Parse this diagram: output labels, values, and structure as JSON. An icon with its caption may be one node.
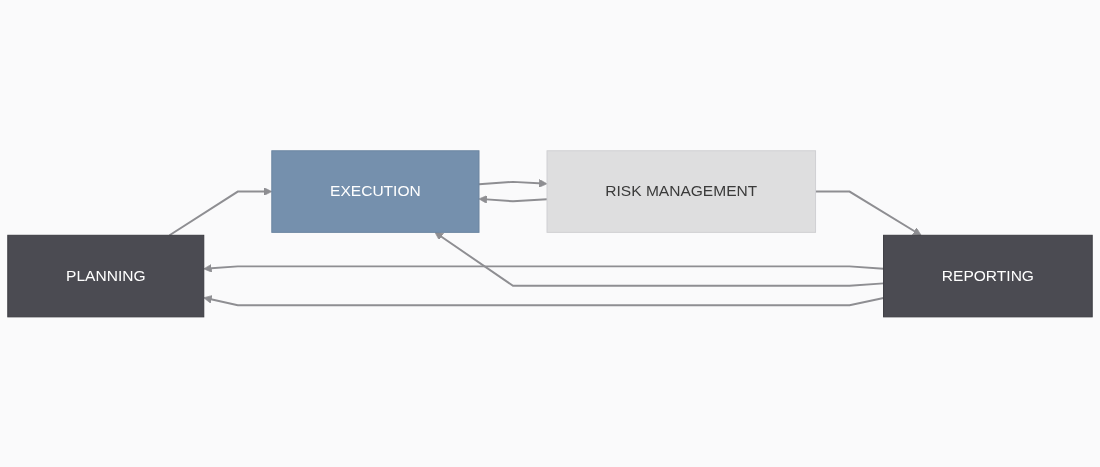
{
  "diagram": {
    "nodes": [
      {
        "text": [
          "PLANNING"
        ]
      },
      {
        "text": [
          "EXECUTION"
        ]
      },
      {
        "text": [
          "RISK MANAGEMENT"
        ]
      },
      {
        "text": [
          "REPORTING"
        ]
      }
    ],
    "edges": [
      {
        "from": 0,
        "to": 1,
        "arrow": "to"
      },
      {
        "from": 1,
        "to": 2,
        "arrow": "to"
      },
      {
        "from": 2,
        "to": 3,
        "arrow": "to"
      },
      {
        "from": 3,
        "to": 0,
        "arrow": "to"
      },
      {
        "from": 3,
        "to": 1,
        "arrow": "to"
      },
      {
        "from": 2,
        "to": 1,
        "arrow": "to"
      },
      {
        "from": 3,
        "to": 0,
        "arrow": "to"
      }
    ]
  }
}
